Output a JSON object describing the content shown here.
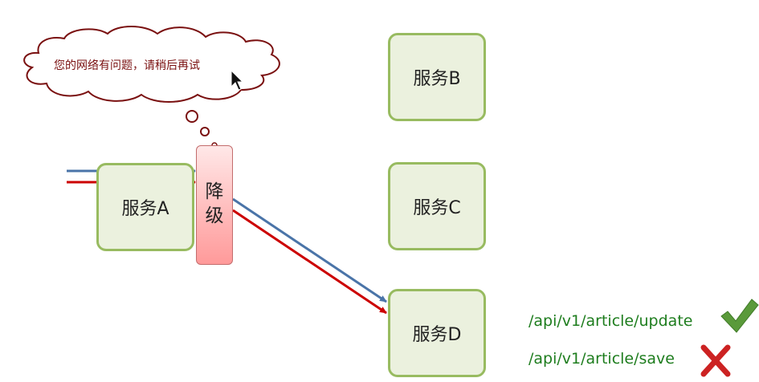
{
  "cloud": {
    "message": "您的网络有问题，请稍后再试"
  },
  "services": {
    "a": "服务A",
    "b": "服务B",
    "c": "服务C",
    "d": "服务D"
  },
  "degrade": {
    "line1": "降",
    "line2": "级"
  },
  "apis": [
    {
      "path": "/api/v1/article/update",
      "status": "allowed",
      "icon": "check-icon"
    },
    {
      "path": "/api/v1/article/save",
      "status": "blocked",
      "icon": "cross-icon"
    }
  ],
  "colors": {
    "service_fill": "#ebf1de",
    "service_border": "#98bb60",
    "degrade_fill": "#ffb8b8",
    "arrow_blue": "#4a74a8",
    "arrow_red": "#cc0000",
    "cloud_border": "#7a1010",
    "api_text": "#1e7d1e",
    "check": "#5a9a3a",
    "cross": "#cc2222"
  }
}
